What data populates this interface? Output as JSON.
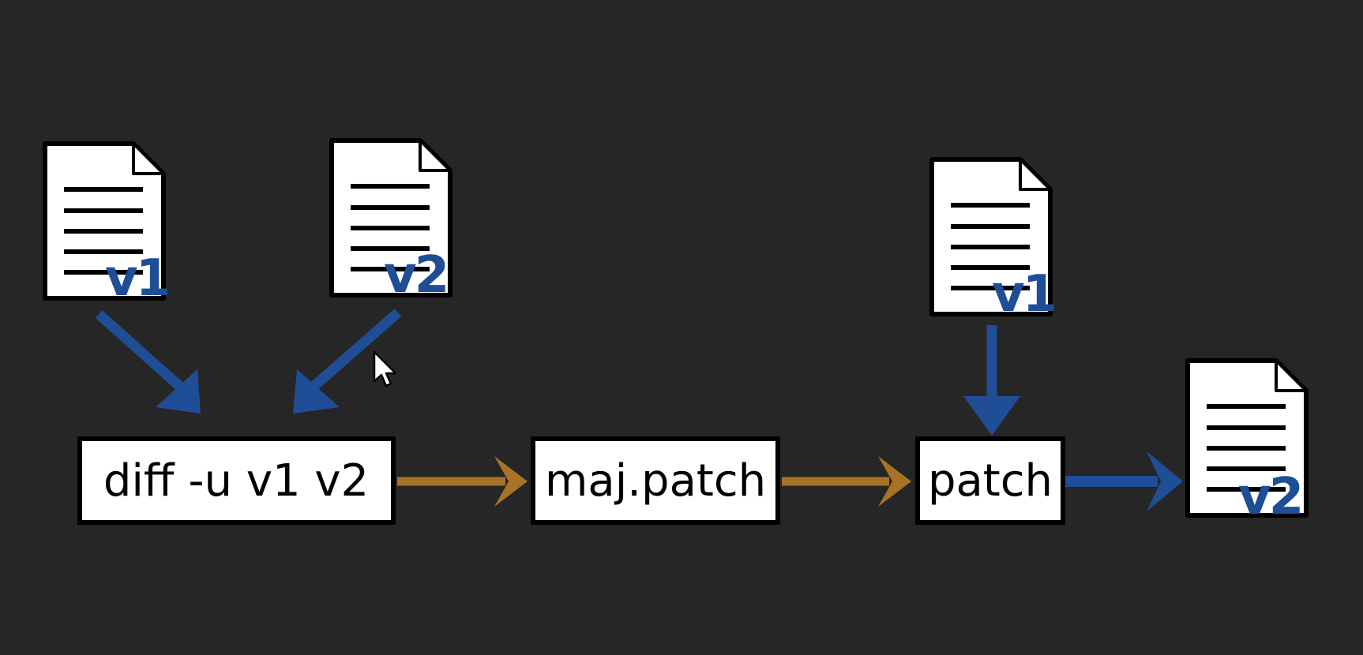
{
  "colors": {
    "background": "#262626",
    "blue_arrow": "#1f4e96",
    "orange_arrow": "#a87324",
    "version_label": "#1f4e96",
    "box_fill": "#ffffff",
    "box_stroke": "#000000"
  },
  "documents": [
    {
      "id": "doc-v1-input",
      "label": "v1"
    },
    {
      "id": "doc-v2-input",
      "label": "v2"
    },
    {
      "id": "doc-v1-patch-input",
      "label": "v1"
    },
    {
      "id": "doc-v2-output",
      "label": "v2"
    }
  ],
  "boxes": [
    {
      "id": "diff-command",
      "label": "diff -u v1 v2"
    },
    {
      "id": "patch-file",
      "label": "maj.patch"
    },
    {
      "id": "patch-command",
      "label": "patch"
    }
  ],
  "icons": {
    "document": "document-icon",
    "cursor": "mouse-cursor-icon"
  }
}
